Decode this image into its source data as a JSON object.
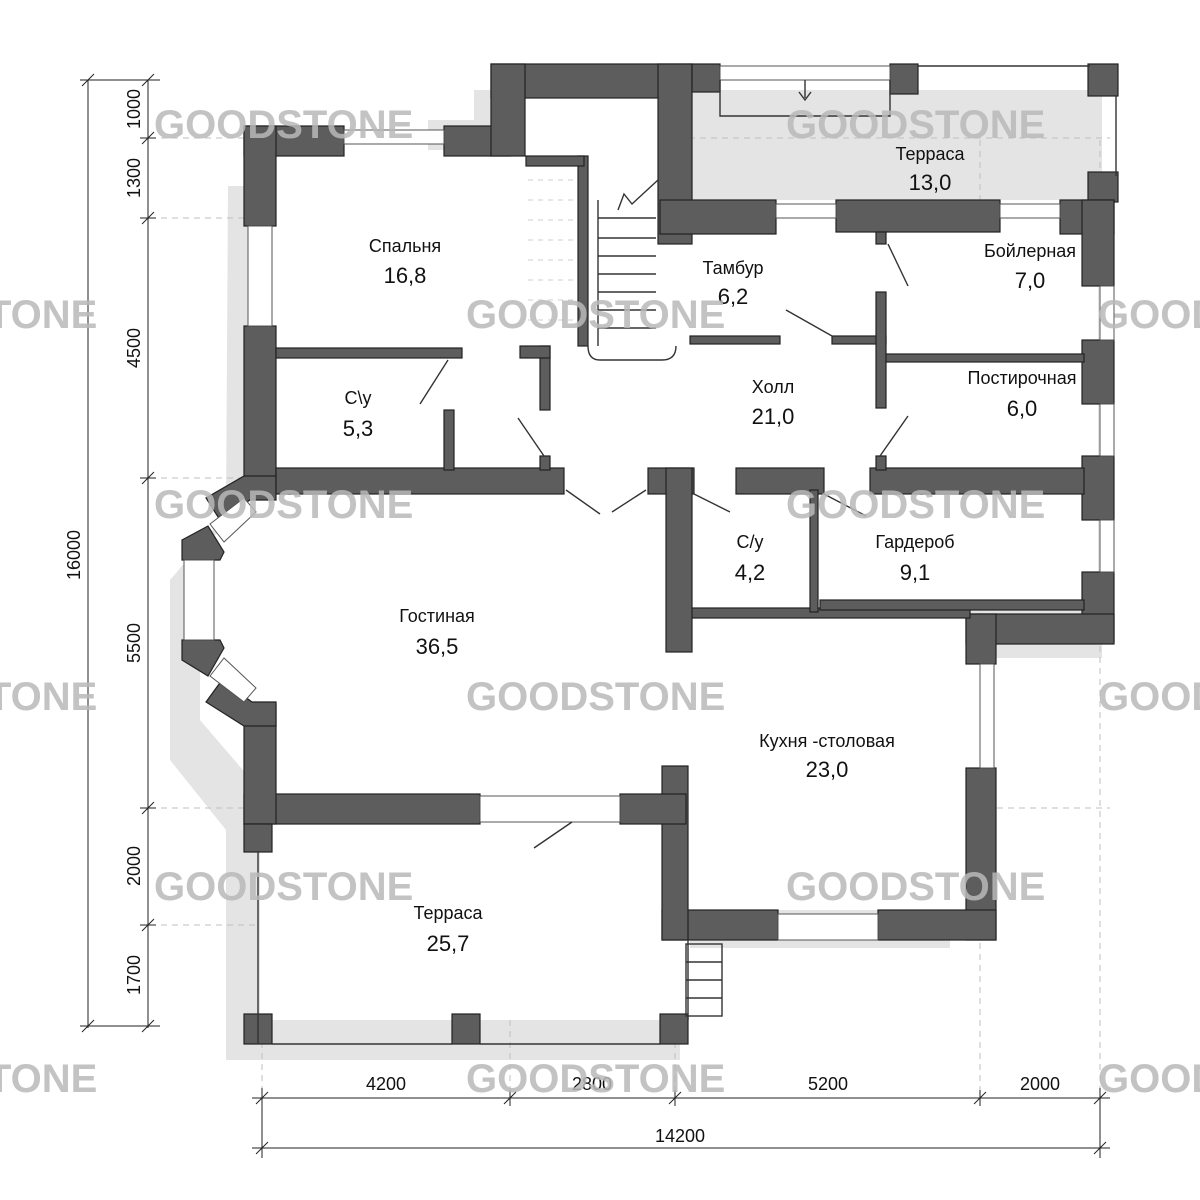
{
  "watermark": "GOODSTONE",
  "rooms": [
    {
      "id": "terrace-top",
      "name": "Терраса",
      "area": "13,0"
    },
    {
      "id": "bedroom",
      "name": "Спальня",
      "area": "16,8"
    },
    {
      "id": "vestibule",
      "name": "Тамбур",
      "area": "6,2"
    },
    {
      "id": "boiler",
      "name": "Бойлерная",
      "area": "7,0"
    },
    {
      "id": "bathroom-1",
      "name": "С\\у",
      "area": "5,3"
    },
    {
      "id": "hall",
      "name": "Холл",
      "area": "21,0"
    },
    {
      "id": "laundry",
      "name": "Постирочная",
      "area": "6,0"
    },
    {
      "id": "bathroom-2",
      "name": "С/у",
      "area": "4,2"
    },
    {
      "id": "wardrobe",
      "name": "Гардероб",
      "area": "9,1"
    },
    {
      "id": "living",
      "name": "Гостиная",
      "area": "36,5"
    },
    {
      "id": "kitchen",
      "name": "Кухня -столовая",
      "area": "23,0"
    },
    {
      "id": "terrace-bottom",
      "name": "Терраса",
      "area": "25,7"
    }
  ],
  "dimensions": {
    "vertical_total": "16000",
    "vertical": [
      "1000",
      "1300",
      "4500",
      "5500",
      "2000",
      "1700"
    ],
    "horizontal": [
      "4200",
      "2800",
      "5200",
      "2000"
    ],
    "horizontal_total": "14200"
  },
  "colors": {
    "wall": "#5d5d5d",
    "shadow": "#e4e4e4",
    "watermark": "#b9b9b9"
  }
}
